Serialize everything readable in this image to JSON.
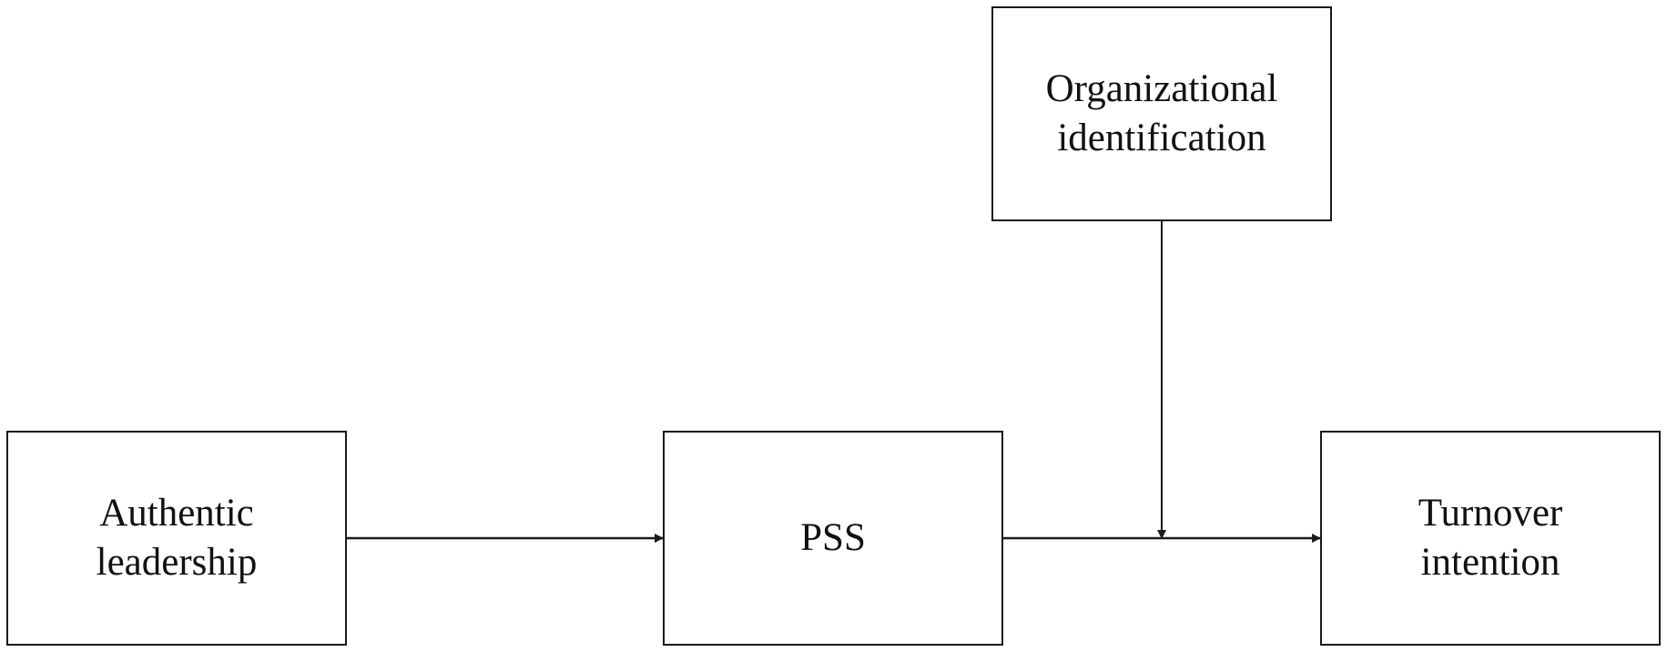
{
  "diagram": {
    "nodes": {
      "authentic_leadership": "Authentic\nleadership",
      "pss": "PSS",
      "turnover_intention": "Turnover\nintention",
      "organizational_identification": "Organizational\nidentification"
    },
    "edges": [
      {
        "from": "authentic_leadership",
        "to": "pss"
      },
      {
        "from": "pss",
        "to": "turnover_intention"
      },
      {
        "from": "organizational_identification",
        "to": "pss-turnover_intention path",
        "type": "moderation"
      }
    ]
  }
}
